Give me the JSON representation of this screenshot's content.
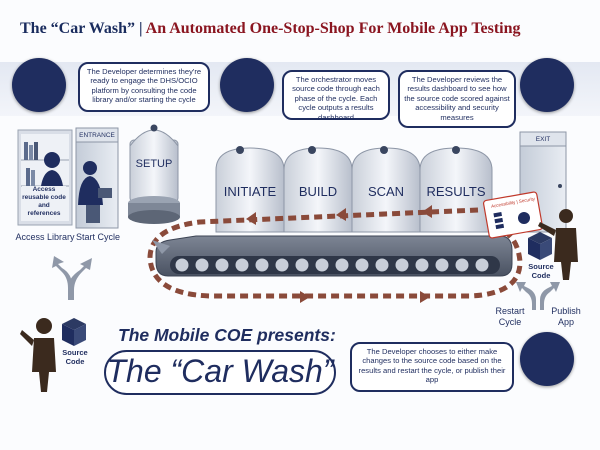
{
  "header": {
    "title_main": "The “Car Wash” |",
    "title_sub": " An Automated One-Stop-Shop For Mobile App Testing"
  },
  "bubbles": {
    "developer_engage": "The Developer determines they're ready to engage the DHS/OCIO platform by consulting the code library and/or starting the cycle",
    "orchestrator": "The orchestrator moves source code through each phase of the cycle. Each cycle outputs a results dashboard",
    "developer_review": "The Developer reviews the results dashboard to see how the source code scored against accessibility and security measures",
    "developer_choice": "The Developer chooses to either make changes to the source code based on the results and restart the cycle, or publish their app"
  },
  "library": {
    "sign_text": "Access reusable code and references",
    "label": "Access Library"
  },
  "entrance": {
    "door_label": "ENTRANCE",
    "label": "Start Cycle"
  },
  "setup": {
    "label": "SETUP"
  },
  "phases": [
    "INITIATE",
    "BUILD",
    "SCAN",
    "RESULTS"
  ],
  "exit": {
    "door_label": "EXIT"
  },
  "dashboard": {
    "label": "Accessibility | Security"
  },
  "source_code": {
    "label": "Source Code"
  },
  "outcomes": {
    "restart": "Restart Cycle",
    "publish": "Publish App"
  },
  "presents": "The Mobile COE presents:",
  "car_wash": "The “Car Wash”",
  "colors": {
    "navy": "#1f2d5f",
    "title_red": "#8a1520",
    "arrow_red": "#8a4a3a",
    "arrow_gray": "#8f98a8"
  }
}
